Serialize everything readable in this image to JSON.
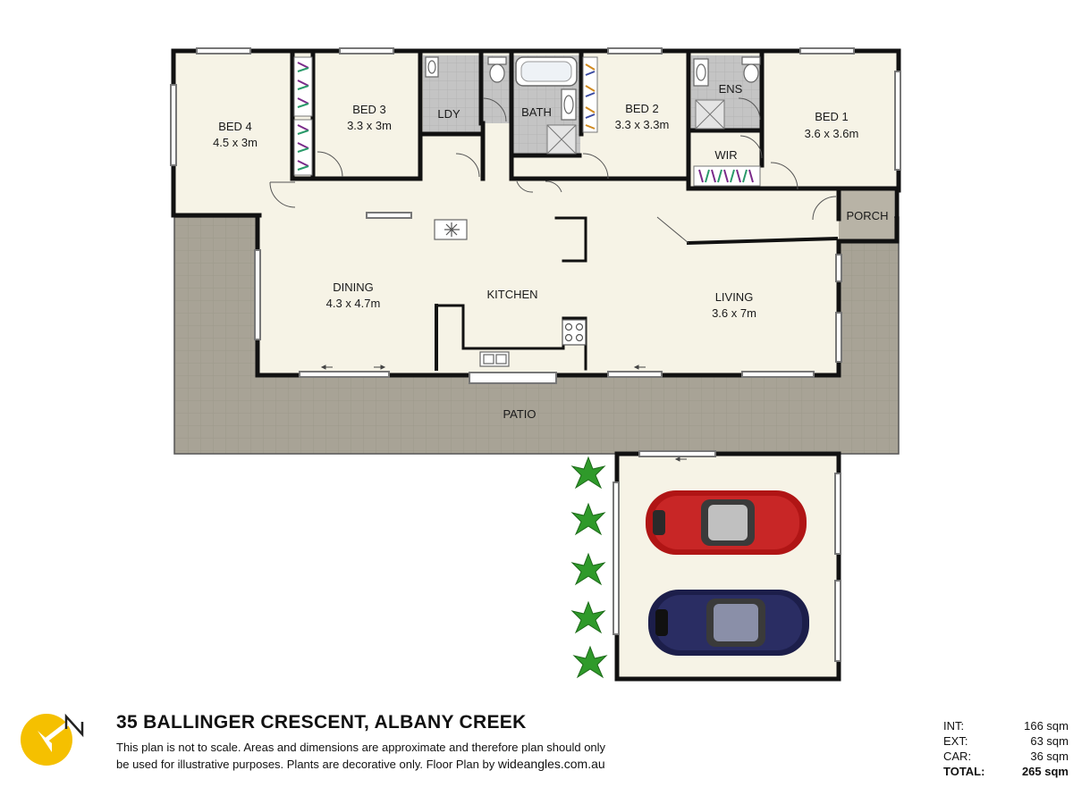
{
  "rooms": [
    {
      "id": "bed4",
      "name": "BED 4",
      "size": "4.5 x 3m"
    },
    {
      "id": "bed3",
      "name": "BED 3",
      "size": "3.3 x 3m"
    },
    {
      "id": "ldy",
      "name": "LDY",
      "size": ""
    },
    {
      "id": "bath",
      "name": "BATH",
      "size": ""
    },
    {
      "id": "bed2",
      "name": "BED 2",
      "size": "3.3 x 3.3m"
    },
    {
      "id": "ens",
      "name": "ENS",
      "size": ""
    },
    {
      "id": "wir",
      "name": "WIR",
      "size": ""
    },
    {
      "id": "bed1",
      "name": "BED 1",
      "size": "3.6 x 3.6m"
    },
    {
      "id": "porch",
      "name": "PORCH",
      "size": ""
    },
    {
      "id": "dining",
      "name": "DINING",
      "size": "4.3 x 4.7m"
    },
    {
      "id": "kitchen",
      "name": "KITCHEN",
      "size": ""
    },
    {
      "id": "living",
      "name": "LIVING",
      "size": "3.6 x 7m"
    },
    {
      "id": "patio",
      "name": "PATIO",
      "size": ""
    }
  ],
  "footer": {
    "address": "35 BALLINGER CRESCENT, ALBANY CREEK",
    "disclaimer_line1": "This plan is not to scale. Areas and dimensions are approximate and therefore plan should only",
    "disclaimer_line2": "be used for illustrative purposes. Plants are decorative only. Floor Plan by",
    "website": "wideangles.com.au"
  },
  "areas": [
    {
      "label": "INT:",
      "value": "166 sqm"
    },
    {
      "label": "EXT:",
      "value": "63 sqm"
    },
    {
      "label": "CAR:",
      "value": "36 sqm"
    },
    {
      "label": "TOTAL:",
      "value": "265 sqm"
    }
  ],
  "colors": {
    "wall": "#111111",
    "floor": "#f6f3e6",
    "wet_area": "#bfbfbf",
    "patio": "#a8a396",
    "car_red": "#b01515",
    "car_navy": "#1c1e4a",
    "plant": "#2f9a2a",
    "logo_yellow": "#f5c000"
  },
  "icons": [
    "compass-north-icon",
    "plant-icon",
    "car-icon",
    "stove-icon",
    "sink-icon",
    "toilet-icon",
    "bathtub-icon",
    "wardrobe-icon"
  ]
}
